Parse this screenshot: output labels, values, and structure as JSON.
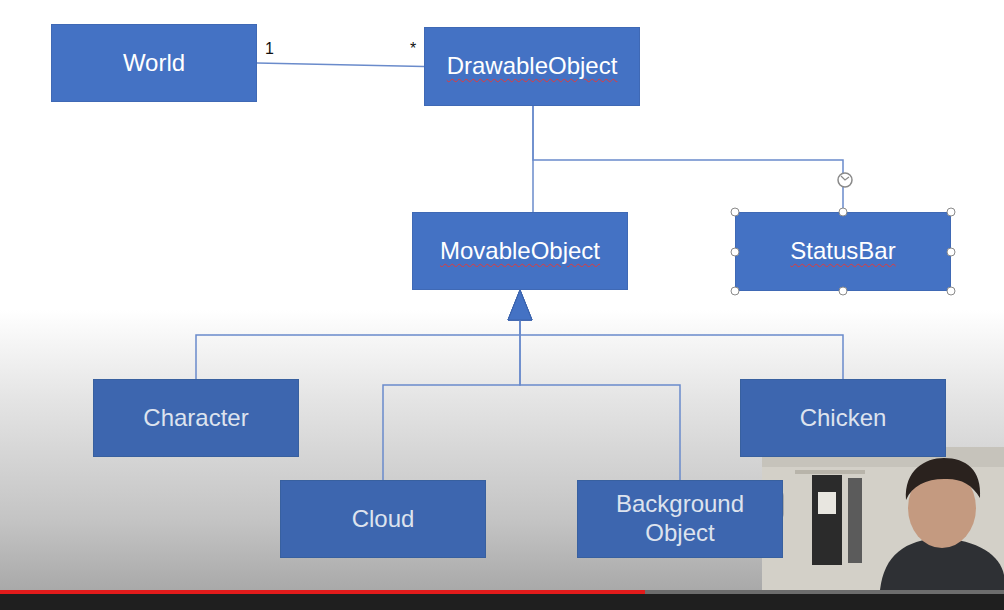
{
  "diagram": {
    "nodes": [
      {
        "text": [
          "World"
        ]
      },
      {
        "text": [
          "DrawableObject"
        ]
      },
      {
        "text": [
          "MovableObject"
        ]
      },
      {
        "text": [
          "StatusBar"
        ]
      },
      {
        "text": [
          "Character"
        ]
      },
      {
        "text": [
          "Chicken"
        ]
      },
      {
        "text": [
          "Cloud"
        ]
      },
      {
        "text": [
          "Background Object"
        ]
      }
    ],
    "edges": [
      {
        "from": 0,
        "to": 1,
        "arrow": "none"
      },
      {
        "from": 1,
        "to": 2,
        "arrow": "none"
      },
      {
        "from": 1,
        "to": 3,
        "arrow": "none"
      },
      {
        "from": 4,
        "to": 2,
        "arrow": "to"
      },
      {
        "from": 5,
        "to": 2,
        "arrow": "to"
      },
      {
        "from": 6,
        "to": 2,
        "arrow": "to"
      },
      {
        "from": 7,
        "to": 2,
        "arrow": "to"
      }
    ],
    "labels": [
      "1",
      "*"
    ]
  }
}
